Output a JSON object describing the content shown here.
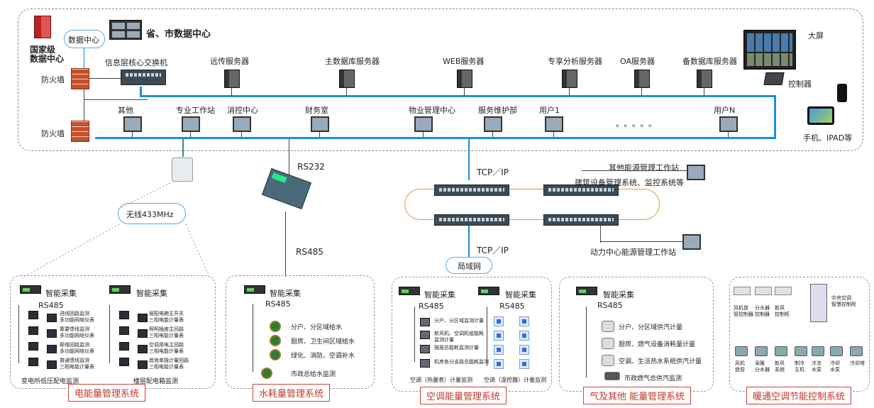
{
  "top": {
    "national_dc": "国家级\n数据中心",
    "data_center_cloud": "数据中心",
    "prov_city_dc": "省、市数据中心",
    "firewall": "防火墙",
    "core_switch": "信息层核心交换机",
    "servers": [
      "远传服务器",
      "主数据库服务器",
      "WEB服务器",
      "专享分析服务器",
      "OA服务器",
      "备数据库服务器"
    ],
    "clients": [
      "其他",
      "专业工作站",
      "消控中心",
      "财务室",
      "物业管理中心",
      "服务维护部",
      "用户1",
      "。。。。。",
      "用户N"
    ],
    "big_screen": "大屏",
    "controller": "控制器",
    "mobile": "手机、IPAD等"
  },
  "middle": {
    "rs232": "RS232",
    "rs485": "RS485",
    "wireless": "无线433MHz",
    "tcpip_top": "TCP／IP",
    "tcpip_bottom": "TCP／IP",
    "lan": "局域网",
    "other_energy_ws": "其他能源管理工作站",
    "building_equipment": "建筑设备管理系统、监控系统等",
    "power_center_ws": "动力中心能源管理工作站"
  },
  "systems": {
    "electric": {
      "title": "电能量管理系统",
      "collector_a": "智能采集",
      "collector_b": "智能采集",
      "rs485_a": "RS485",
      "items_a": [
        "进线回路监测\n多功能网络仪表",
        "重要馈线监测\n多功能网络仪表",
        "联络回路监测\n多功能网络仪表",
        "普通馈线监测\n三相电能计量表"
      ],
      "items_b": [
        "层配电箱主开关\n三相电能计量表",
        "照明插座主回路\n三相电能计量表",
        "空调用电主回路\n三相电能计量表",
        "其他单独计量回路\n三相电能计量表"
      ],
      "caption_a": "变电所低压配电监测",
      "caption_b": "楼层配电箱监测"
    },
    "water": {
      "title": "水耗量管理系统",
      "collector": "智能采集",
      "rs485": "RS485",
      "items": [
        "分户、分区域给水",
        "厨房、卫生间区域给水",
        "绿化、消防、空调补水",
        "市政总给水监测"
      ]
    },
    "hvac_energy": {
      "title": "空调能量管理系统",
      "collector_a": "智能采集",
      "collector_b": "智能采集",
      "rs485_a": "RS485",
      "rs485_b": "RS485",
      "items": [
        "分户、分区域监测计量",
        "新风机、空调机组能耗\n监测计量",
        "按层总能耗监测计量",
        "机房各分支路总能耗监测"
      ],
      "caption_a": "空调（热量表）计量监测",
      "caption_b": "空调（温控器）计量监测"
    },
    "gas": {
      "title": "气及其他 能量管理系统",
      "collector": "智能采集",
      "rs485": "RS485",
      "items": [
        "分户、分区域供汽计量",
        "厨房、燃气设备消耗量计量",
        "空调、生活热水系统供汽计量",
        "市政燃气总供汽监测"
      ]
    },
    "hvac_control": {
      "title": "暖通空调节能控制系统",
      "top_labels": [
        "风机盘\n管控制器",
        "分水器\n控制器",
        "新风\n控制柜",
        "中央空调\n智慧控制柜"
      ],
      "bottom_labels": [
        "风机\n盘管",
        "采暖\n分水器",
        "新风\n系统",
        "制冷\n主机",
        "冷冻\n水泵",
        "冷却\n水泵",
        "冷却塔"
      ]
    }
  }
}
